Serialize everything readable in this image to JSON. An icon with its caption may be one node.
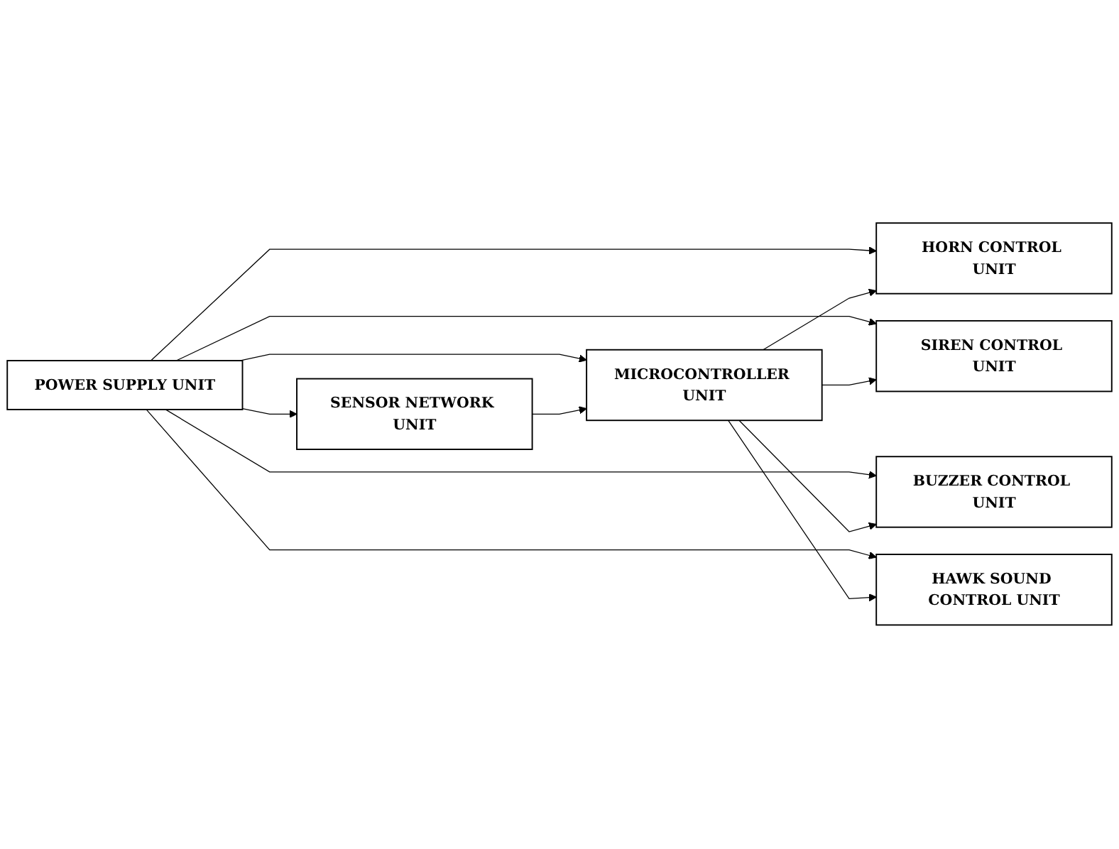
{
  "diagram": {
    "nodes": [
      {
        "text": [
          "POWER SUPPLY UNIT"
        ]
      },
      {
        "text": [
          "SENSOR NETWORK UNIT"
        ]
      },
      {
        "text": [
          "MICROCONTROLLER UNIT"
        ]
      },
      {
        "text": [
          "HORN CONTROL UNIT"
        ]
      },
      {
        "text": [
          "SIREN CONTROL UNIT"
        ]
      },
      {
        "text": [
          "HAWK SOUND CONTROL UNIT"
        ]
      },
      {
        "text": [
          "BUZZER CONTROL UNIT"
        ]
      }
    ],
    "edges": [
      {
        "from": 0,
        "to": 1,
        "arrow": "to"
      },
      {
        "from": 0,
        "to": 4,
        "arrow": "to"
      },
      {
        "from": 0,
        "to": 6,
        "arrow": "to"
      },
      {
        "from": 0,
        "to": 2,
        "arrow": "to"
      },
      {
        "from": 0,
        "to": 3,
        "arrow": "to"
      },
      {
        "from": 0,
        "to": 5,
        "arrow": "to"
      },
      {
        "from": 1,
        "to": 2,
        "arrow": "to"
      },
      {
        "from": 2,
        "to": 3,
        "arrow": "to"
      },
      {
        "from": 2,
        "to": 4,
        "arrow": "to"
      },
      {
        "from": 2,
        "to": 6,
        "arrow": "to"
      },
      {
        "from": 2,
        "to": 5,
        "arrow": "to"
      }
    ]
  }
}
